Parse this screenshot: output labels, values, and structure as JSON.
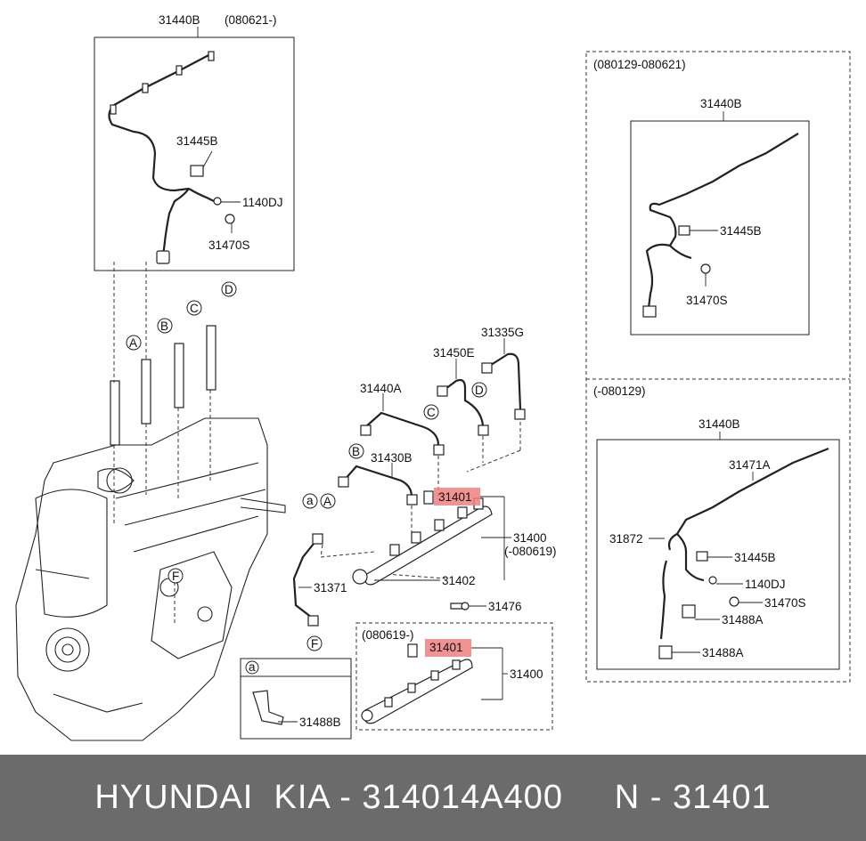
{
  "panel_top": {
    "part": "31440B",
    "code": "(080621-)",
    "labels": {
      "bracket": "31445B",
      "bolt": "1140DJ",
      "sensor": "31470S"
    }
  },
  "panel_r1": {
    "period": "(080129-080621)",
    "part": "31440B",
    "labels": {
      "bracket": "31445B",
      "sensor": "31470S"
    }
  },
  "panel_r2": {
    "period": "(-080129)",
    "part": "31440B",
    "labels": {
      "hose": "31471A",
      "clip": "31872",
      "bracket": "31445B",
      "bolt": "1140DJ",
      "sensor": "31470S",
      "connA": "31488A",
      "connB": "31488A"
    }
  },
  "callouts": {
    "A": "A",
    "B": "B",
    "C": "C",
    "D": "D",
    "F": "F",
    "a": "a"
  },
  "main": {
    "pipe_g": "31335G",
    "pipe_e": "31450E",
    "pipe_a": "31440A",
    "pipe_b": "31430B",
    "sensor": "31401",
    "rail": "31400",
    "rail_code": "(-080619)",
    "rail_pipe": "31402",
    "pipe_f": "31371",
    "bolt": "31476"
  },
  "panel_new": {
    "period": "(080619-)",
    "sensor": "31401",
    "rail": "31400"
  },
  "legend_a": {
    "letter": "a",
    "part": "31488B"
  },
  "footer": {
    "brand": "HYUNDAI  KIA - 314014A400",
    "code": "N - 31401"
  },
  "colors": {
    "highlight": "#f08080",
    "footer_bg": "#6b6b6b"
  }
}
